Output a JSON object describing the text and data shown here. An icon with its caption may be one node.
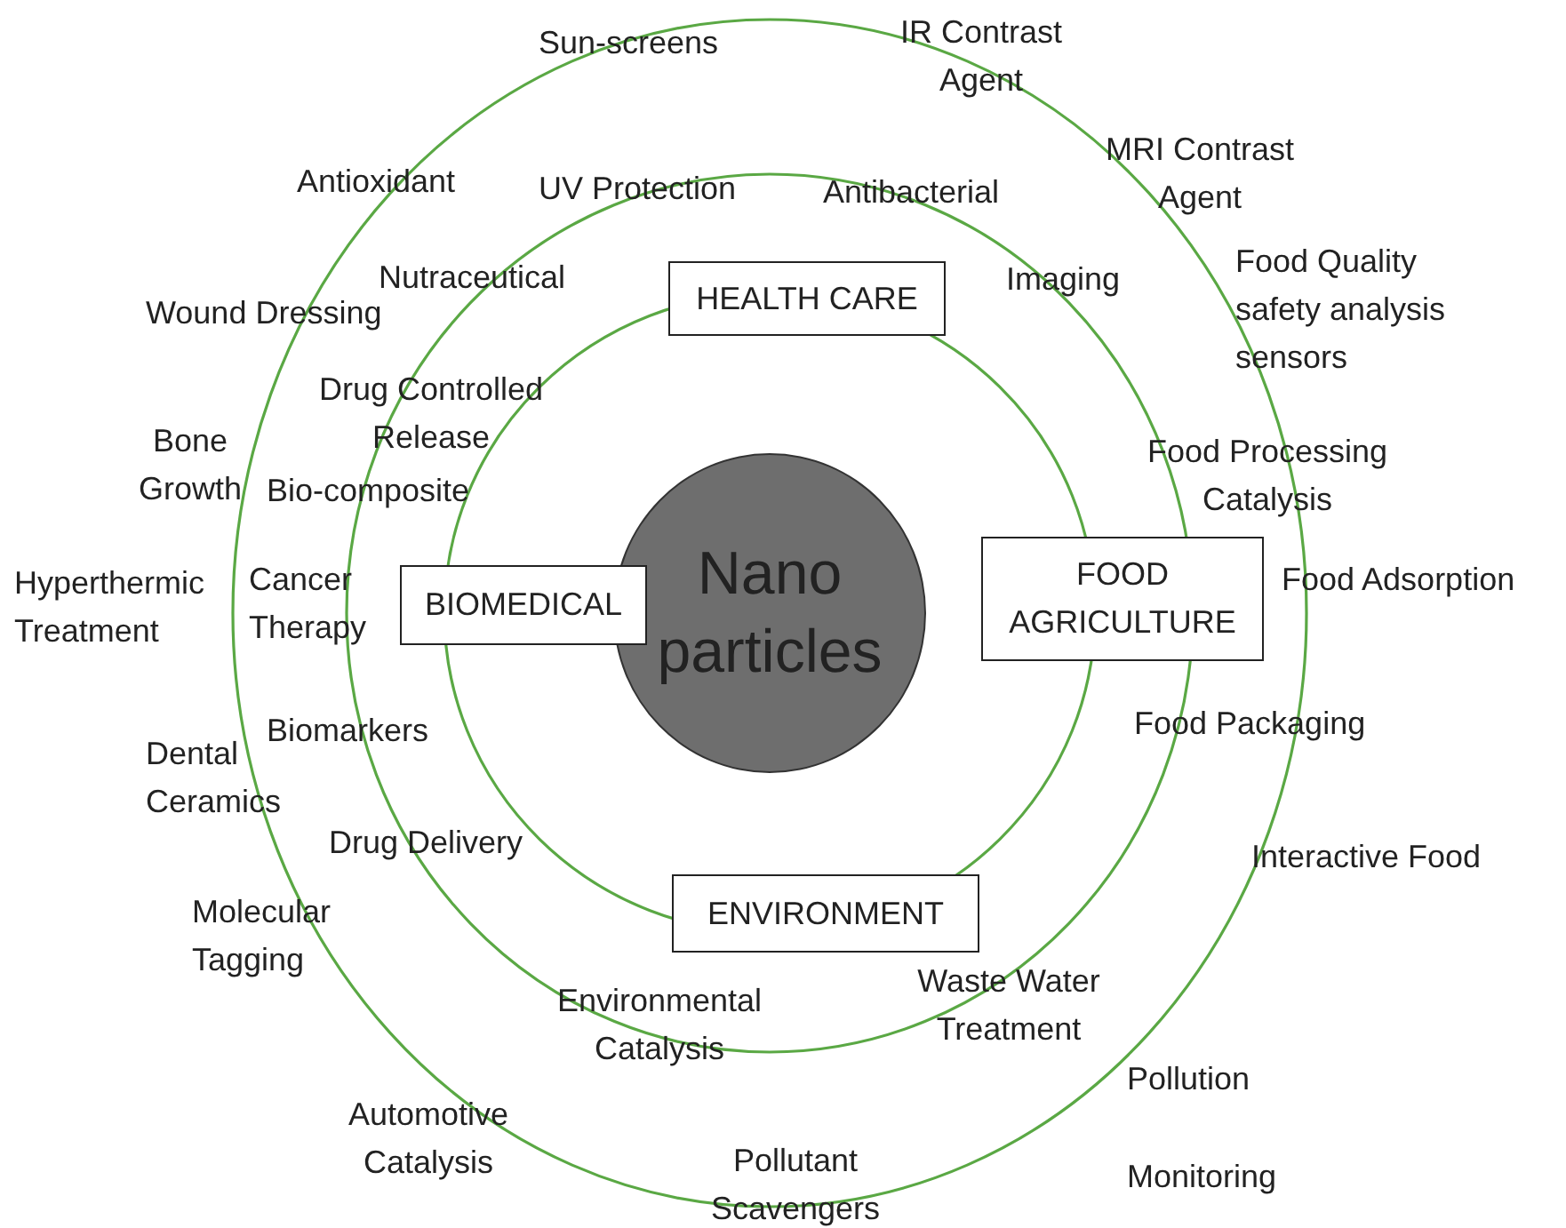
{
  "diagram": {
    "nodes": [
      {
        "text": [
          "Nano particles"
        ]
      },
      {
        "text": [
          "HEALTH CARE"
        ]
      },
      {
        "text": [
          "FOOD AGRICULTURE"
        ]
      },
      {
        "text": [
          "BIOMEDICAL"
        ]
      },
      {
        "text": [
          "ENVIRONMENT"
        ]
      }
    ],
    "labels": [
      "Sun-screens",
      "IR Contrast Agent",
      "MRI Contrast Agent",
      "Antioxidant",
      "UV Protection",
      "Antibacterial",
      "Imaging",
      "Nutraceutical",
      "Food Quality safety analysis sensors",
      "Wound Dressing",
      "Drug Controlled Release",
      "Bone Growth",
      "Bio-composite",
      "Food Processing Catalysis",
      "Hyperthermic Treatment",
      "Cancer Therapy",
      "Food Adsorption",
      "Biomarkers",
      "Food Packaging",
      "Dental Ceramics",
      "Drug Delivery",
      "Interactive Food",
      "Molecular Tagging",
      "Waste Water Treatment",
      "Environmental Catalysis",
      "Pollution",
      "Automotive Catalysis",
      "Pollutant Scavengers",
      "Monitoring"
    ]
  }
}
